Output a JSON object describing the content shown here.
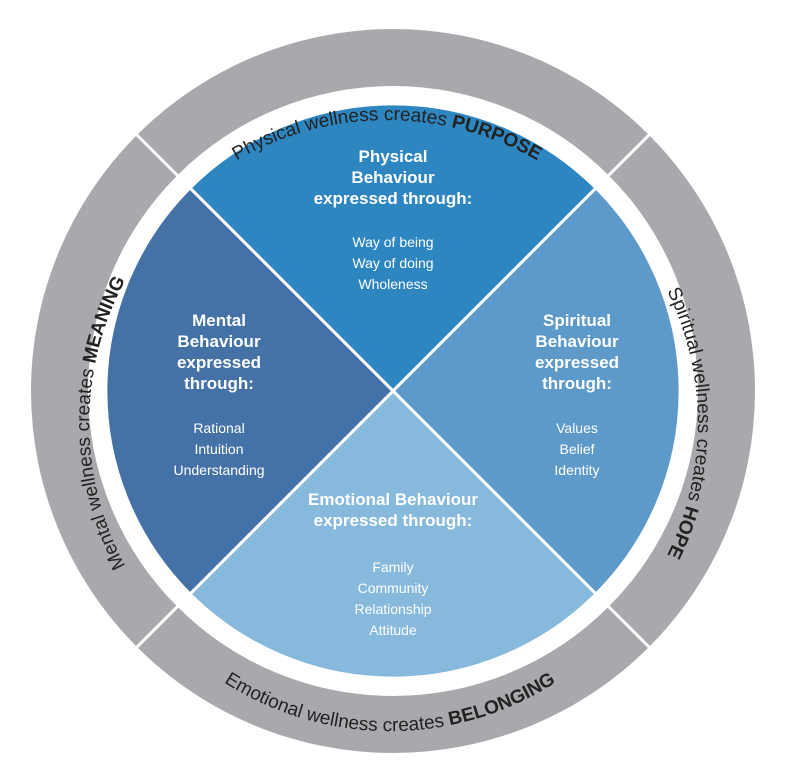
{
  "ring": {
    "top": {
      "prefix": "Physical wellness creates ",
      "emphasis": "PURPOSE"
    },
    "right": {
      "prefix": "Spiritual wellness creates ",
      "emphasis": "HOPE"
    },
    "bottom": {
      "prefix": "Emotional wellness creates ",
      "emphasis": "BELONGING"
    },
    "left": {
      "prefix": "Mental wellness creates ",
      "emphasis": "MEANING"
    }
  },
  "quadrants": {
    "physical": {
      "title_lines": [
        "Physical",
        "Behaviour",
        "expressed through:"
      ],
      "items": [
        "Way of being",
        "Way of doing",
        "Wholeness"
      ]
    },
    "spiritual": {
      "title_lines": [
        "Spiritual",
        "Behaviour",
        "expressed",
        "through:"
      ],
      "items": [
        "Values",
        "Belief",
        "Identity"
      ]
    },
    "emotional": {
      "title_lines": [
        "Emotional Behaviour",
        "expressed through:"
      ],
      "items": [
        "Family",
        "Community",
        "Relationship",
        "Attitude"
      ]
    },
    "mental": {
      "title_lines": [
        "Mental",
        "Behaviour",
        "expressed",
        "through:"
      ],
      "items": [
        "Rational",
        "Intuition",
        "Understanding"
      ]
    }
  },
  "colors": {
    "ring": "#a7a9ac",
    "physical": "#2e86c1",
    "spiritual": "#5d9ac9",
    "emotional": "#86b9dc",
    "mental": "#4472a7",
    "text_light": "#ffffff",
    "text_dark": "#222222"
  }
}
